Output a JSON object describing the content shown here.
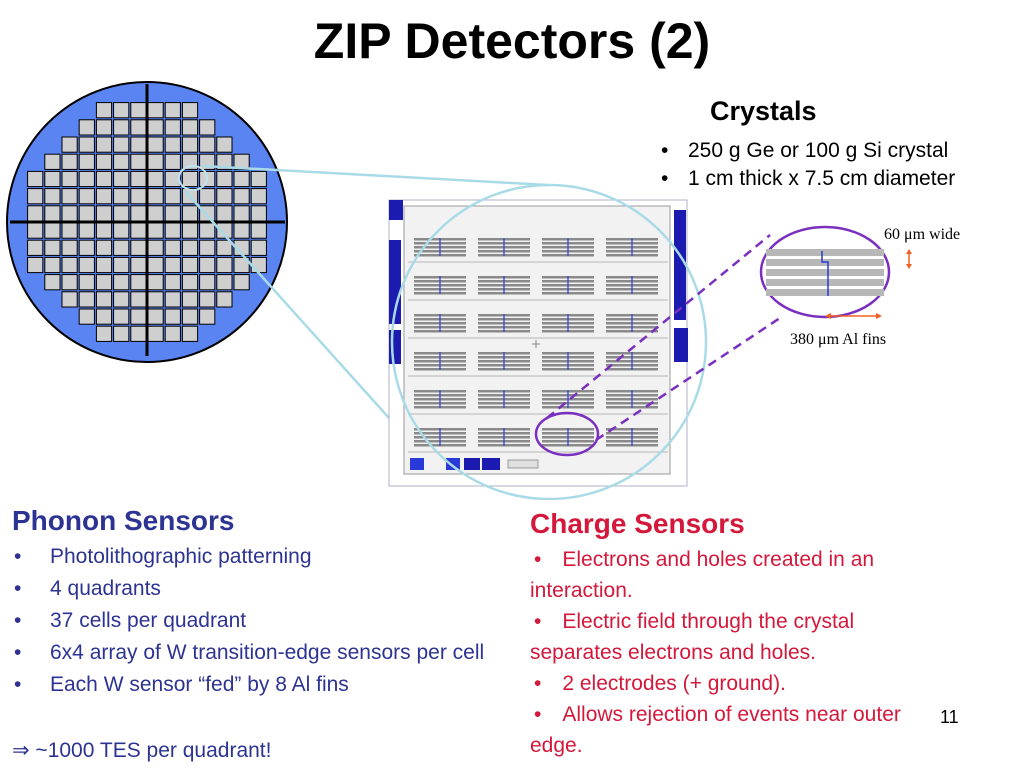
{
  "slide": {
    "title": "ZIP Detectors (2)",
    "page_number": "11"
  },
  "crystals": {
    "heading": "Crystals",
    "items": [
      "250 g Ge or 100 g Si crystal",
      "1 cm thick x 7.5 cm diameter"
    ]
  },
  "annotations": {
    "width_label": "60 μm wide",
    "fins_label": "380 μm Al fins"
  },
  "phonon": {
    "heading": "Phonon Sensors",
    "items": [
      "Photolithographic patterning",
      "4 quadrants",
      "37 cells per quadrant",
      "6x4 array of W transition-edge sensors per cell",
      "Each W sensor “fed” by 8 Al fins"
    ],
    "final_line": "⇒ ~1000 TES per quadrant!"
  },
  "charge": {
    "heading": "Charge Sensors",
    "items": [
      "Electrons and holes created in an interaction.",
      "Electric field through the crystal separates electrons and holes.",
      "2 electrodes (+ ground).",
      "Allows rejection of events near outer edge."
    ]
  },
  "colors": {
    "title": "#000000",
    "phonon_text": "#2d3392",
    "charge_text": "#d4183b",
    "wafer_fill": "#5a84f2",
    "cell_fill": "#cfcfcf",
    "zoom_line": "#a9dbe7",
    "dashed_line": "#7a2fbf",
    "arrow": "#f06020"
  }
}
